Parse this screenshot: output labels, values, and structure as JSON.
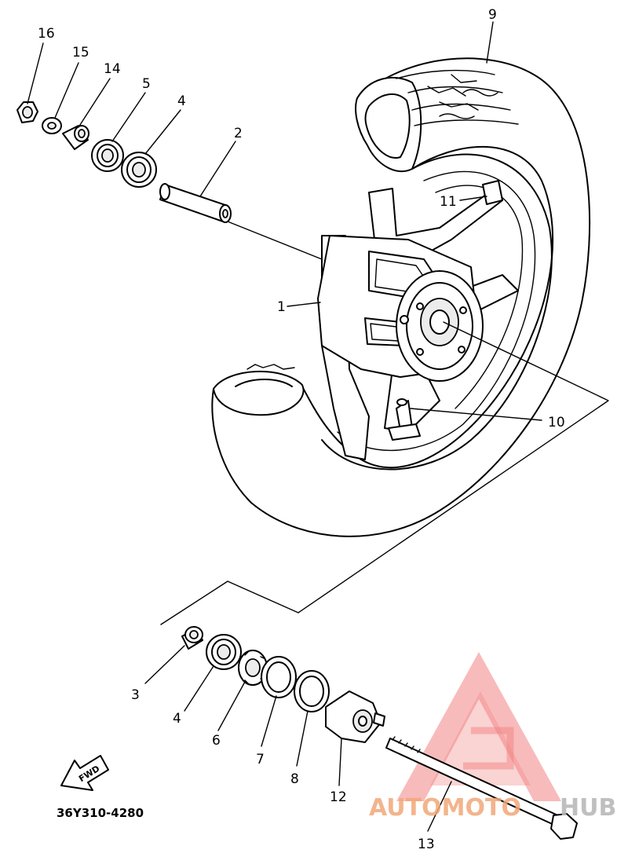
{
  "diagram": {
    "part_code": "36Y310-4280",
    "fwd_label": "FWD",
    "labels": {
      "l1": "1",
      "l2": "2",
      "l3": "3",
      "l4a": "4",
      "l4b": "4",
      "l5": "5",
      "l6": "6",
      "l7": "7",
      "l8": "8",
      "l9": "9",
      "l10": "10",
      "l11": "11",
      "l12": "12",
      "l13": "13",
      "l14": "14",
      "l15": "15",
      "l16": "16"
    }
  },
  "watermark": {
    "text_a": "AUTOMOTO",
    "text_b": "HUB",
    "color_a": "#f2a878",
    "color_b": "#b9b9b9",
    "logo_color": "#ef5a5a"
  }
}
